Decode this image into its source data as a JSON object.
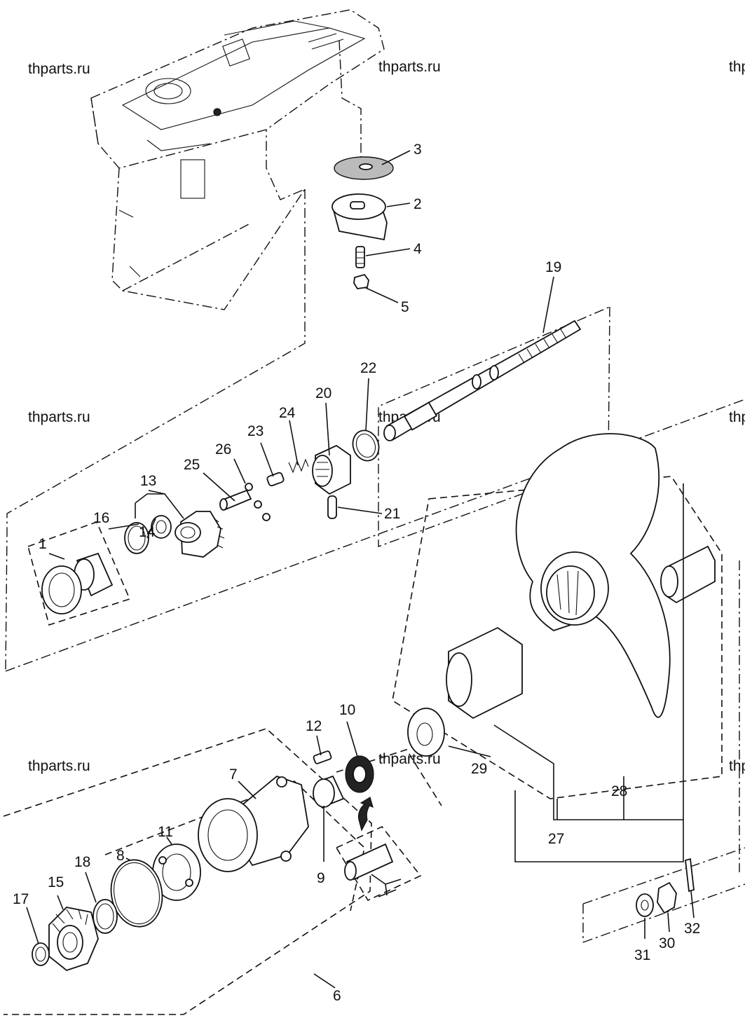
{
  "watermark": "thparts.ru",
  "callouts": [
    "1",
    "2",
    "3",
    "4",
    "5",
    "6",
    "7",
    "8",
    "9",
    "10",
    "11",
    "12",
    "13",
    "14",
    "15",
    "16",
    "17",
    "18",
    "19",
    "20",
    "21",
    "22",
    "23",
    "24",
    "25",
    "26",
    "27",
    "28",
    "29",
    "30",
    "31",
    "32"
  ]
}
